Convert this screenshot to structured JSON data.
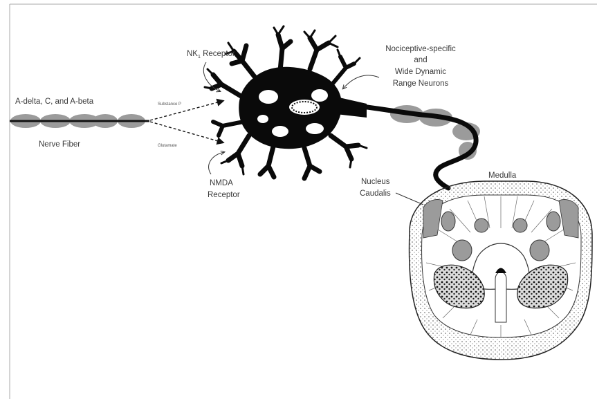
{
  "labels": {
    "fiber_types": "A-delta, C, and A-beta",
    "nerve_fiber": "Nerve Fiber",
    "nk_receptor": "NK",
    "nk_receptor_sub": "1",
    "nk_receptor_tail": " Receptor",
    "substance_p": "Substance P",
    "glutamate": "Glutamate",
    "nmda_line1": "NMDA",
    "nmda_line2": "Receptor",
    "neurons_line1": "Nociceptive-specific",
    "neurons_line2": "and",
    "neurons_line3": "Wide Dynamic",
    "neurons_line4": "Range Neurons",
    "medulla": "Medulla",
    "nucleus_line1": "Nucleus",
    "nucleus_line2": "Caudalis"
  },
  "colors": {
    "neuron": "#0a0a0a",
    "myelin": "#9b9b9b",
    "text": "#3a3a3a",
    "stipple": "#555555"
  }
}
